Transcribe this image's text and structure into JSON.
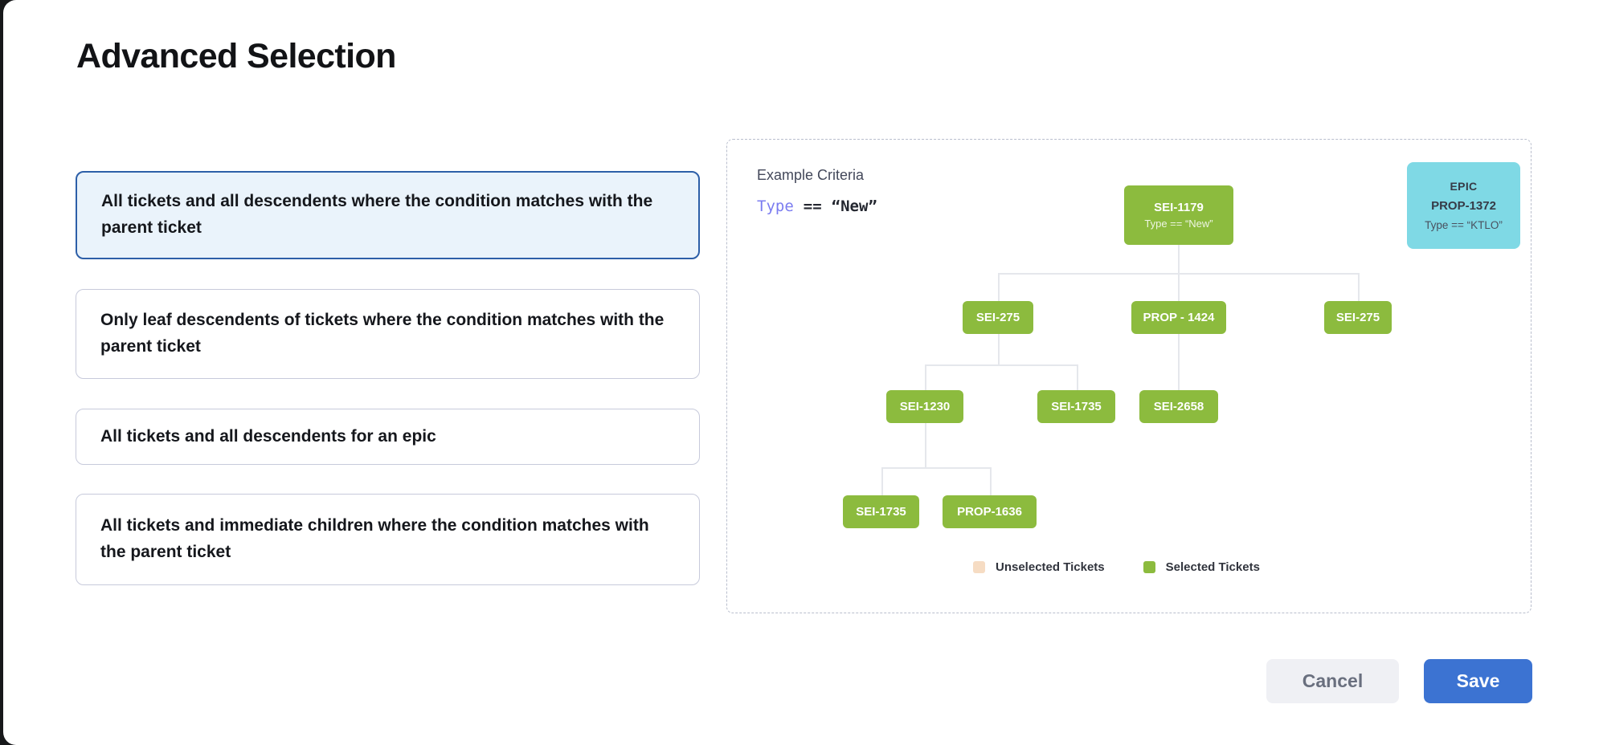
{
  "page": {
    "title": "Advanced Selection"
  },
  "options": [
    {
      "label": "All tickets and all descendents where the condition matches with the parent ticket",
      "selected": true
    },
    {
      "label": "Only leaf descendents of tickets where the condition matches with the parent ticket",
      "selected": false
    },
    {
      "label": "All tickets and all descendents for an epic",
      "selected": false
    },
    {
      "label": "All tickets and immediate children where the condition matches with the parent ticket",
      "selected": false
    }
  ],
  "example_panel": {
    "heading": "Example Criteria",
    "criteria": {
      "field": "Type",
      "operator": "==",
      "value": "“New”"
    },
    "epic_card": {
      "title": "EPIC",
      "ticket_id": "PROP-1372",
      "condition": "Type == “KTLO”"
    },
    "tree": {
      "root": {
        "label": "SEI-1179",
        "condition": "Type == “New”"
      },
      "level2": [
        {
          "label": "SEI-275"
        },
        {
          "label": "PROP - 1424"
        },
        {
          "label": "SEI-275"
        }
      ],
      "level3": [
        {
          "label": "SEI-1230"
        },
        {
          "label": "SEI-1735"
        },
        {
          "label": "SEI-2658"
        }
      ],
      "level4": [
        {
          "label": "SEI-1735"
        },
        {
          "label": "PROP-1636"
        }
      ]
    },
    "legend": [
      {
        "label": "Unselected Tickets",
        "color": "#F6DCC3"
      },
      {
        "label": "Selected Tickets",
        "color": "#8CBB3E"
      }
    ]
  },
  "footer": {
    "cancel_label": "Cancel",
    "save_label": "Save"
  },
  "colors": {
    "selected_option_border": "#2D5FA8",
    "selected_option_bg": "#EAF3FB",
    "selected_ticket_green": "#8CBB3E",
    "unselected_ticket_peach": "#F6DCC3",
    "epic_card_bg": "#7FD9E5",
    "criteria_field_purple": "#7B7CF0",
    "save_button_bg": "#3C73D2",
    "cancel_button_bg": "#EFF0F4"
  }
}
